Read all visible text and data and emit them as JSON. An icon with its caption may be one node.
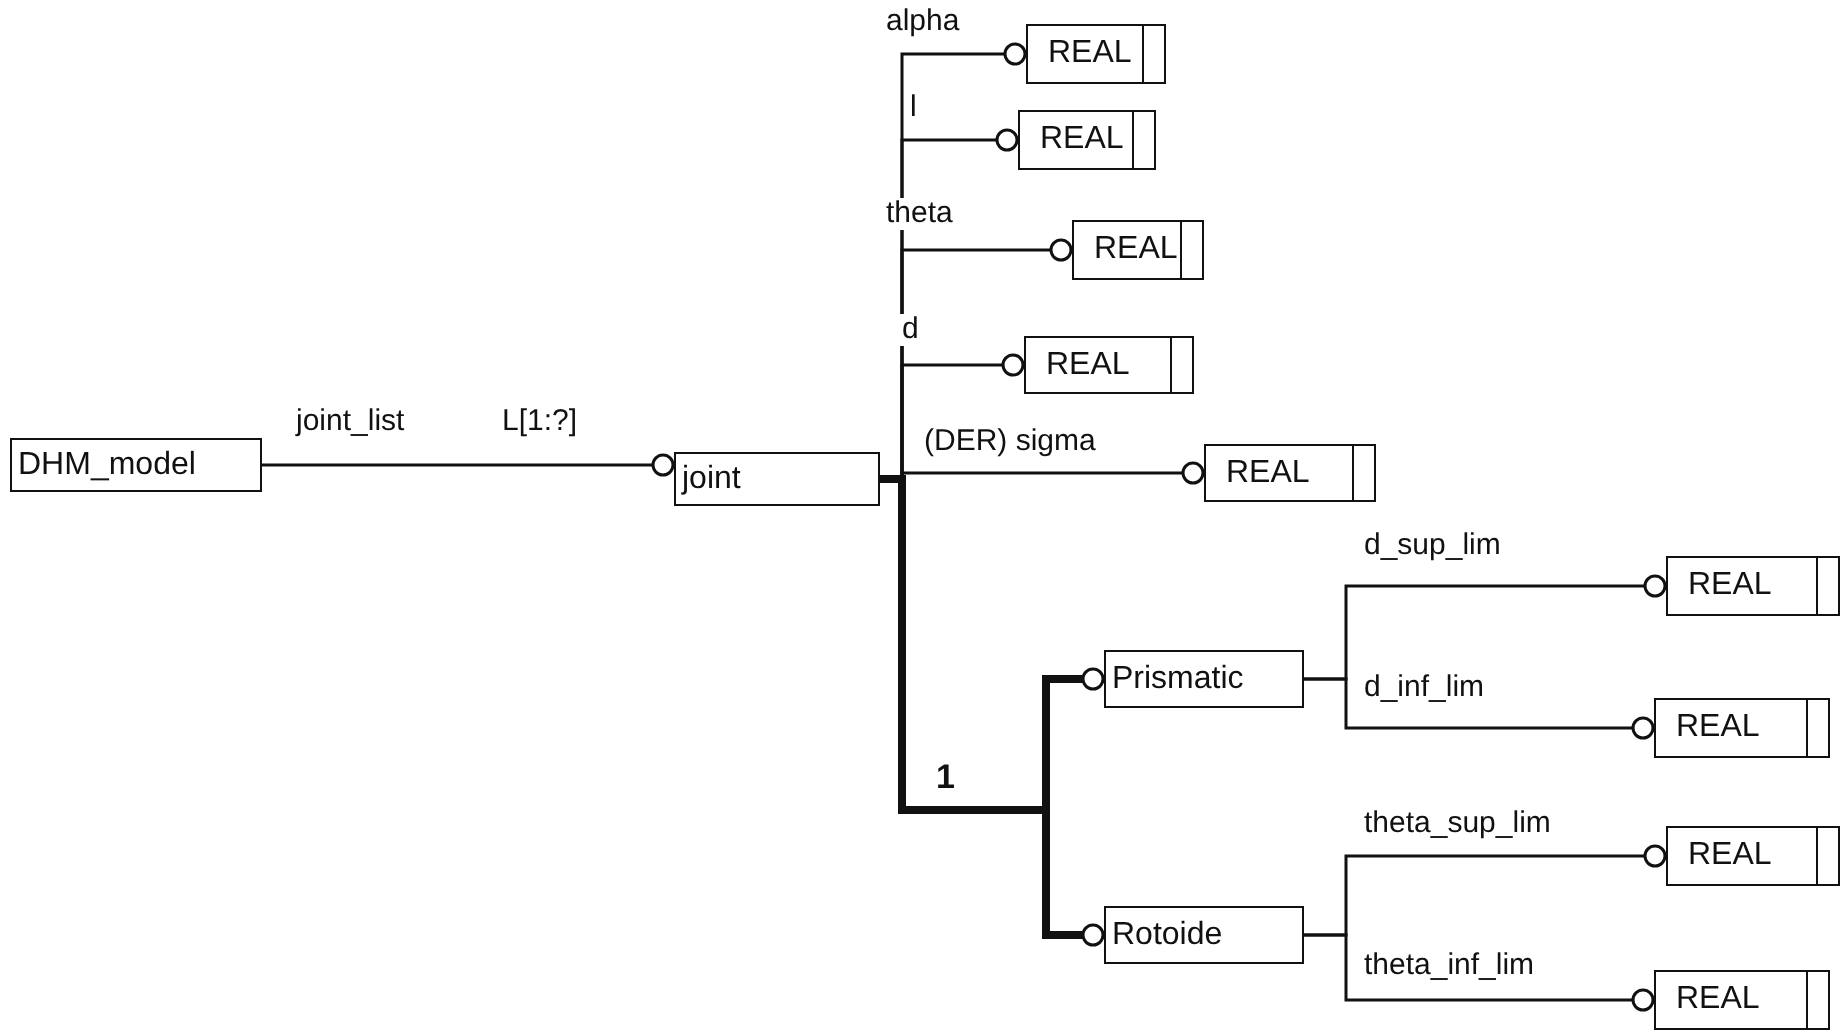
{
  "diagram": {
    "nodes": [
      {
        "text": [
          "DHM_model"
        ]
      },
      {
        "text": [
          "joint"
        ]
      },
      {
        "text": [
          "REAL"
        ]
      },
      {
        "text": [
          "REAL"
        ]
      },
      {
        "text": [
          "REAL"
        ]
      },
      {
        "text": [
          "REAL"
        ]
      },
      {
        "text": [
          "REAL"
        ]
      },
      {
        "text": [
          "Prismatic"
        ]
      },
      {
        "text": [
          "Rotoide"
        ]
      },
      {
        "text": [
          "REAL"
        ]
      },
      {
        "text": [
          "REAL"
        ]
      },
      {
        "text": [
          "REAL"
        ]
      },
      {
        "text": [
          "REAL"
        ]
      }
    ],
    "edges": [
      {
        "from": 0,
        "to": 1,
        "arrow": "other",
        "label": "joint_list"
      },
      {
        "from": 1,
        "to": 2,
        "arrow": "other",
        "label": "alpha"
      },
      {
        "from": 1,
        "to": 3,
        "arrow": "other",
        "label": "l"
      },
      {
        "from": 1,
        "to": 4,
        "arrow": "other",
        "label": "theta"
      },
      {
        "from": 1,
        "to": 5,
        "arrow": "other",
        "label": "d"
      },
      {
        "from": 1,
        "to": 6,
        "arrow": "other",
        "label": "(DER) sigma"
      },
      {
        "from": 1,
        "to": 7,
        "arrow": "other",
        "style": "thick"
      },
      {
        "from": 1,
        "to": 8,
        "arrow": "other",
        "style": "thick"
      },
      {
        "from": 7,
        "to": 9,
        "arrow": "other",
        "label": "d_sup_lim"
      },
      {
        "from": 7,
        "to": 10,
        "arrow": "other",
        "label": "d_inf_lim"
      },
      {
        "from": 8,
        "to": 11,
        "arrow": "other",
        "label": "theta_sup_lim"
      },
      {
        "from": 8,
        "to": 12,
        "arrow": "other",
        "label": "theta_inf_lim"
      }
    ],
    "labels": [
      "L[1:?]",
      "1"
    ]
  }
}
